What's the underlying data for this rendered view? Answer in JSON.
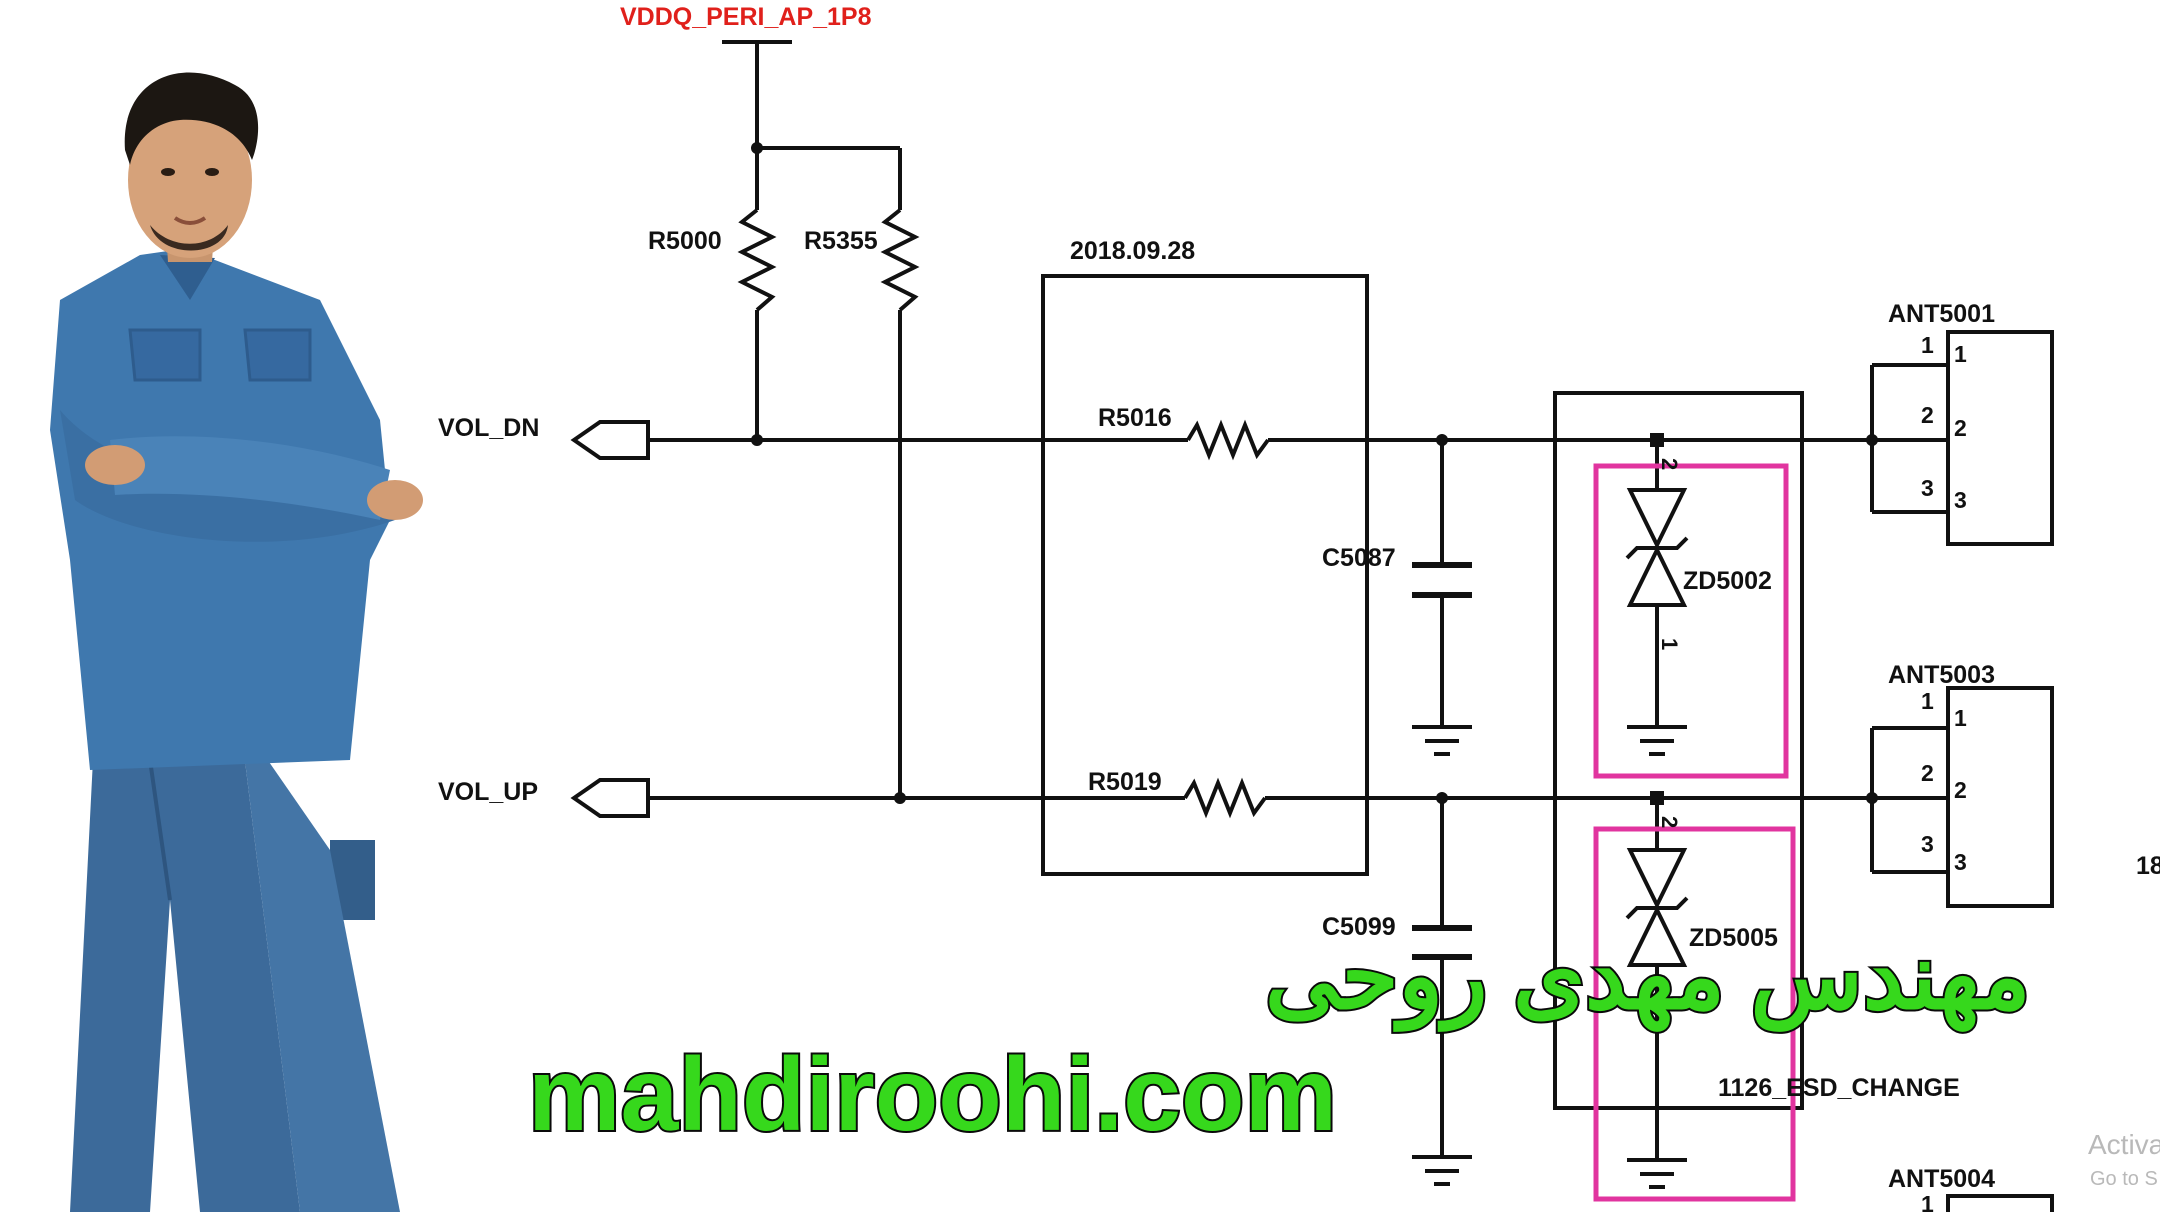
{
  "schematic": {
    "power_rail": "VDDQ_PERI_AP_1P8",
    "date_stamp": "2018.09.28",
    "change_note": "1126_ESD_CHANGE",
    "ports": {
      "vol_dn": "VOL_DN",
      "vol_up": "VOL_UP"
    },
    "resistors": {
      "pullup_dn": "R5000",
      "pullup_up": "R5355",
      "series_dn": "R5016",
      "series_up": "R5019"
    },
    "capacitors": {
      "dn": "C5087",
      "up": "C5099"
    },
    "diodes": {
      "dn": "ZD5002",
      "up": "ZD5005",
      "pin_anode": "1",
      "pin_cathode": "2"
    },
    "connectors": {
      "a": {
        "label": "ANT5001",
        "pins": [
          "1",
          "2",
          "3"
        ]
      },
      "b": {
        "label": "ANT5003",
        "pins": [
          "1",
          "2",
          "3"
        ]
      },
      "c": {
        "label": "ANT5004",
        "pins": [
          "1"
        ]
      }
    },
    "page_fragment": "18"
  },
  "overlay": {
    "name_fa": "مهندس مهدی روحی",
    "website": "mahdiroohi.com"
  },
  "watermark": {
    "line1": "Activa",
    "line2": "Go to S"
  },
  "colors": {
    "rail": "#e0201b",
    "highlight": "#e1349f",
    "overlay_text": "#36d81c",
    "wire": "#111111"
  }
}
